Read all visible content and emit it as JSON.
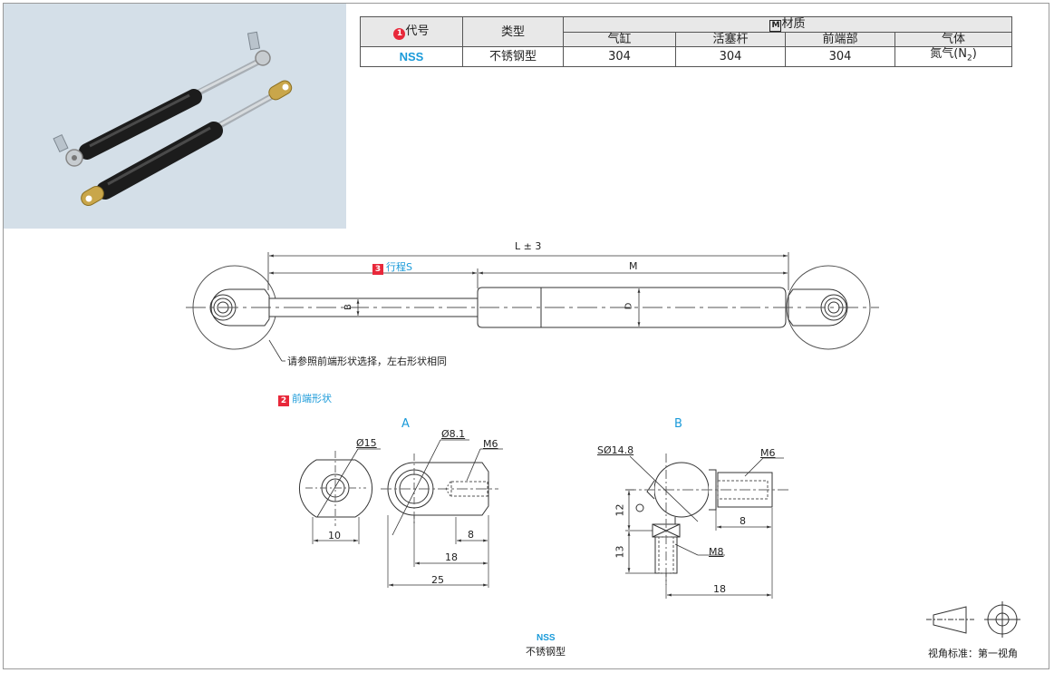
{
  "spec_table": {
    "circle_num": "1",
    "code_header": "代号",
    "type_header": "类型",
    "material_mark": "M",
    "material_header": "材质",
    "sub_headers": [
      "气缸",
      "活塞杆",
      "前端部",
      "气体"
    ],
    "row": {
      "code": "NSS",
      "type": "不锈钢型",
      "cylinder": "304",
      "rod": "304",
      "front": "304",
      "gas_pre": "氮气(N",
      "gas_sub": "2",
      "gas_post": ")"
    }
  },
  "main_drawing": {
    "length_label": "L ± 3",
    "stroke_num": "3",
    "stroke_label": "行程S",
    "m_label": "M",
    "b_label": "B",
    "d_label": "D",
    "note": "请参照前端形状选择，左右形状相同"
  },
  "front_shape": {
    "num": "2",
    "label": "前端形状",
    "a": {
      "title": "A",
      "phi15": "Ø15",
      "phi8": "Ø8.1",
      "m6": "M6",
      "dim10": "10",
      "dim8": "8",
      "dim18": "18",
      "dim25": "25"
    },
    "b": {
      "title": "B",
      "sphere": "SØ14.8",
      "m6": "M6",
      "dim12": "12",
      "dim8": "8",
      "m8": "M8",
      "dim13": "13",
      "dim18": "18"
    }
  },
  "footer": {
    "code": "NSS",
    "type": "不锈钢型"
  },
  "view": {
    "label": "视角标准：第一视角"
  }
}
